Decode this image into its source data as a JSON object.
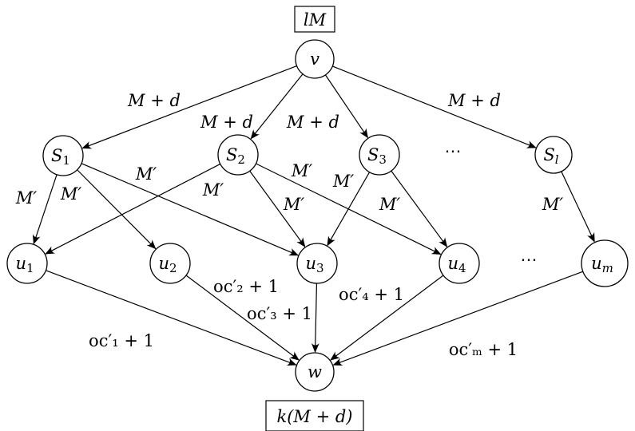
{
  "diagram": {
    "type": "directed-flow-network",
    "annotations": {
      "top_box": "lM",
      "bottom_box": "k(M + d)"
    },
    "nodes": [
      {
        "id": "v",
        "label": "v",
        "sub": ""
      },
      {
        "id": "S1",
        "label": "S",
        "sub": "1"
      },
      {
        "id": "S2",
        "label": "S",
        "sub": "2"
      },
      {
        "id": "S3",
        "label": "S",
        "sub": "3"
      },
      {
        "id": "Sl",
        "label": "S",
        "sub": "l"
      },
      {
        "id": "u1",
        "label": "u",
        "sub": "1"
      },
      {
        "id": "u2",
        "label": "u",
        "sub": "2"
      },
      {
        "id": "u3",
        "label": "u",
        "sub": "3"
      },
      {
        "id": "u4",
        "label": "u",
        "sub": "4"
      },
      {
        "id": "um",
        "label": "u",
        "sub": "m"
      },
      {
        "id": "w",
        "label": "w",
        "sub": ""
      }
    ],
    "ellipses": [
      "⋯",
      "⋯"
    ],
    "edges": [
      {
        "from": "v",
        "to": "S1",
        "label": "M + d"
      },
      {
        "from": "v",
        "to": "S2",
        "label": "M + d"
      },
      {
        "from": "v",
        "to": "S3",
        "label": "M + d"
      },
      {
        "from": "v",
        "to": "Sl",
        "label": "M + d"
      },
      {
        "from": "S1",
        "to": "u1",
        "label": "M′"
      },
      {
        "from": "S1",
        "to": "u2",
        "label": "M′"
      },
      {
        "from": "S1",
        "to": "u3",
        "label": "M′"
      },
      {
        "from": "S2",
        "to": "u1",
        "label": "M′"
      },
      {
        "from": "S2",
        "to": "u3",
        "label": "M′"
      },
      {
        "from": "S2",
        "to": "u4",
        "label": "M′"
      },
      {
        "from": "S3",
        "to": "u3",
        "label": "M′"
      },
      {
        "from": "S3",
        "to": "u4",
        "label": "M′"
      },
      {
        "from": "Sl",
        "to": "um",
        "label": "M′"
      },
      {
        "from": "u1",
        "to": "w",
        "label": "oc′₁ + 1"
      },
      {
        "from": "u2",
        "to": "w",
        "label": "oc′₂ + 1"
      },
      {
        "from": "u3",
        "to": "w",
        "label": "oc′₃ + 1"
      },
      {
        "from": "u4",
        "to": "w",
        "label": "oc′₄ + 1"
      },
      {
        "from": "um",
        "to": "w",
        "label": "oc′ₘ + 1"
      }
    ]
  }
}
